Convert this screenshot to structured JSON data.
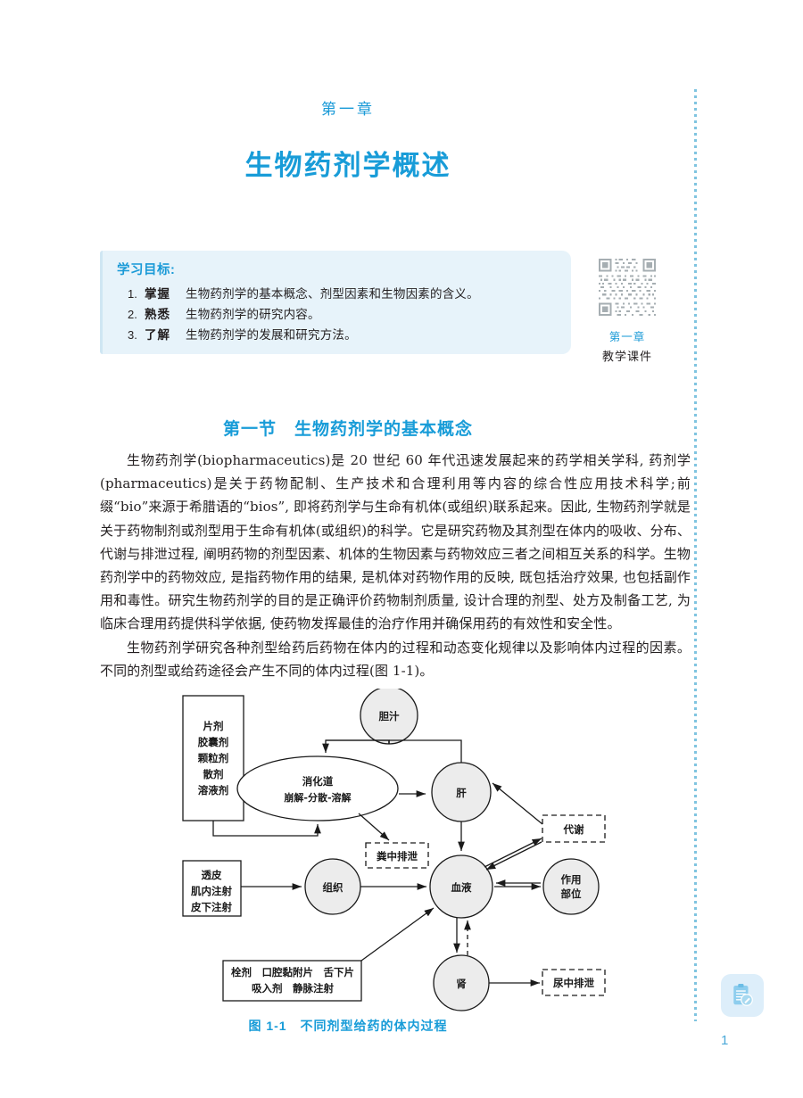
{
  "header": {
    "chapter_number": "第一章",
    "chapter_title": "生物药剂学概述"
  },
  "objectives": {
    "title": "学习目标:",
    "items": [
      {
        "num": "1.",
        "level": "掌握",
        "text": "生物药剂学的基本概念、剂型因素和生物因素的含义。"
      },
      {
        "num": "2.",
        "level": "熟悉",
        "text": "生物药剂学的研究内容。"
      },
      {
        "num": "3.",
        "level": "了解",
        "text": "生物药剂学的发展和研究方法。"
      }
    ]
  },
  "qr": {
    "icon": "qr-code-icon",
    "caption_top": "第一章",
    "caption_bottom": "教学课件"
  },
  "section": {
    "heading": "第一节　生物药剂学的基本概念"
  },
  "body": {
    "paragraph_1": "生物药剂学(biopharmaceutics)是 20 世纪 60 年代迅速发展起来的药学相关学科, 药剂学(pharmaceutics)是关于药物配制、生产技术和合理利用等内容的综合性应用技术科学;前缀“bio”来源于希腊语的“bios”, 即将药剂学与生命有机体(或组织)联系起来。因此, 生物药剂学就是关于药物制剂或剂型用于生命有机体(或组织)的科学。它是研究药物及其剂型在体内的吸收、分布、代谢与排泄过程, 阐明药物的剂型因素、机体的生物因素与药物效应三者之间相互关系的科学。生物药剂学中的药物效应, 是指药物作用的结果, 是机体对药物作用的反映, 既包括治疗效果, 也包括副作用和毒性。研究生物药剂学的目的是正确评价药物制剂质量, 设计合理的剂型、处方及制备工艺, 为临床合理用药提供科学依据, 使药物发挥最佳的治疗作用并确保用药的有效性和安全性。",
    "paragraph_2": "生物药剂学研究各种剂型给药后药物在体内的过程和动态变化规律以及影响体内过程的因素。不同的剂型或给药途径会产生不同的体内过程(图 1-1)。"
  },
  "figure": {
    "caption": "图 1-1　不同剂型给药的体内过程",
    "nodes": {
      "oral_forms": [
        "片剂",
        "胶囊剂",
        "颗粒剂",
        "散剂",
        "溶液剂"
      ],
      "gi_tract_line1": "消化道",
      "gi_tract_line2": "崩解-分散-溶解",
      "bile": "胆汁",
      "liver": "肝",
      "metabolism": "代谢",
      "blood": "血液",
      "tissue": "组织",
      "site_of_action": [
        "作用",
        "部位"
      ],
      "kidney": "肾",
      "feces_excretion": "粪中排泄",
      "urine_excretion": "尿中排泄",
      "parenteral_forms": [
        "透皮",
        "肌内注射",
        "皮下注射"
      ],
      "other_forms_line1": "栓剂　口腔黏附片　舌下片",
      "other_forms_line2": "吸入剂　静脉注射"
    }
  },
  "footer": {
    "icon": "clipboard-pen-icon",
    "page_number": "1"
  },
  "colors": {
    "accent_blue": "#189cd8",
    "box_fill": "#e7f3fa",
    "node_fill": "#ececec",
    "rule_blue": "#7fc4e0"
  }
}
